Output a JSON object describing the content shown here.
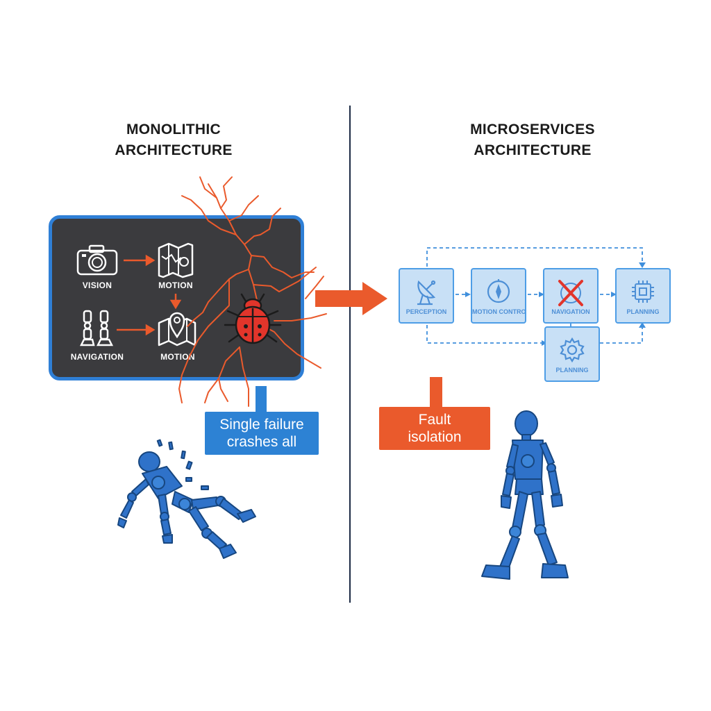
{
  "left": {
    "title_line1": "MONOLITHIC",
    "title_line2": "ARCHITECTURE",
    "modules": [
      {
        "label": "VISION",
        "icon": "camera-icon"
      },
      {
        "label": "MOTION",
        "icon": "map-icon"
      },
      {
        "label": "NAVIGATION",
        "icon": "robot-legs-icon"
      },
      {
        "label": "MOTION",
        "icon": "map-pin-icon"
      }
    ],
    "bug_icon": "bug-icon",
    "callout_line1": "Single failure",
    "callout_line2": "crashes all",
    "figure": "fallen-robot-icon"
  },
  "right": {
    "title_line1": "MICROSERVICES",
    "title_line2": "ARCHITECTURE",
    "services": [
      {
        "label": "PERCEPTION",
        "icon": "satellite-dish-icon"
      },
      {
        "label": "MOTION CONTROL",
        "icon": "compass-icon"
      },
      {
        "label": "NAVIGATION",
        "icon": "x-failed-icon"
      },
      {
        "label": "PLANNING",
        "icon": "cpu-chip-icon"
      },
      {
        "label": "PLANNING",
        "icon": "gear-icon"
      }
    ],
    "callout_line1": "Fault",
    "callout_line2": "isolation",
    "figure": "walking-robot-icon"
  },
  "colors": {
    "blue": "#2d82d4",
    "orange": "#ea5a2c",
    "panel": "#3b3b3e",
    "bug_red": "#e2352b",
    "service_fill": "#c8e0f6"
  }
}
